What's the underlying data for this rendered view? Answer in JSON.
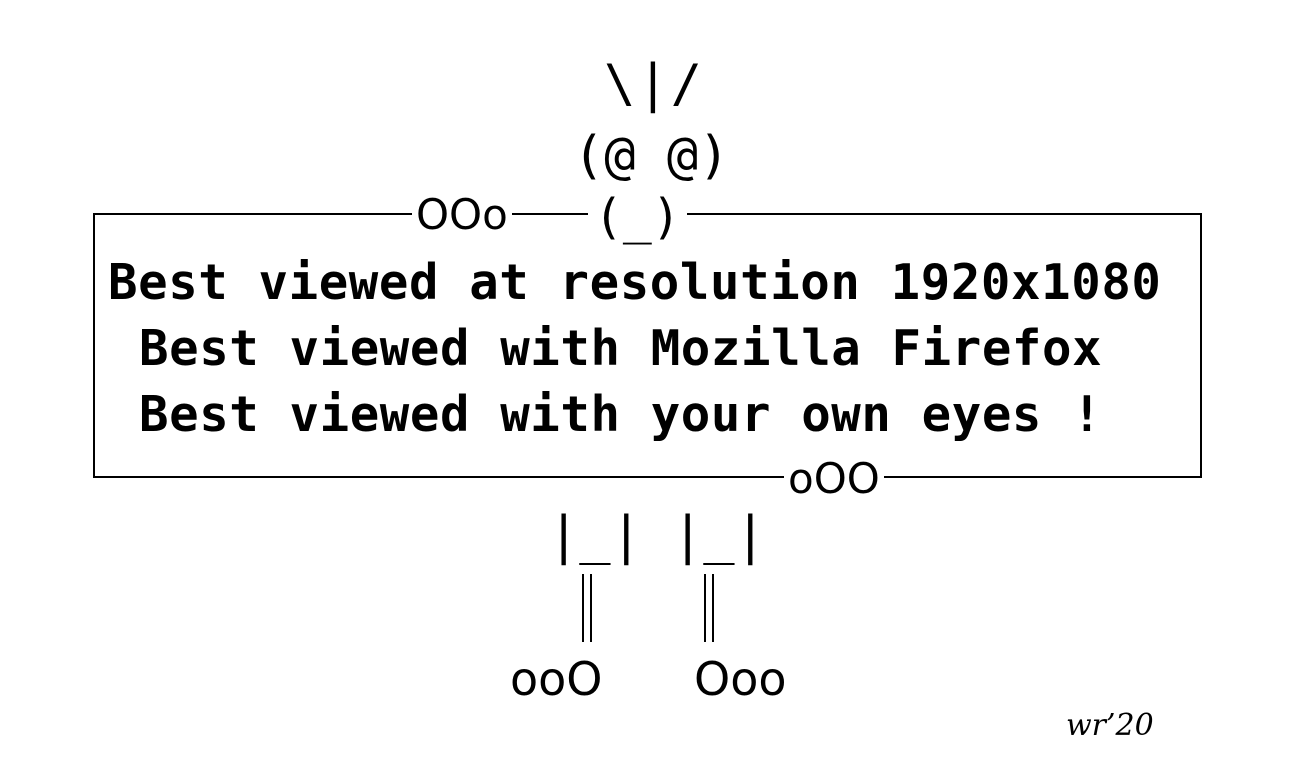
{
  "ascii_art": {
    "hair": "\\|/",
    "eyes": "(@ @)",
    "mouth": "(_)",
    "left_hand": "OOo",
    "right_hand": "oOO",
    "left_leg": "|_|",
    "right_leg": "|_|",
    "left_foot": "ooO",
    "right_foot": "Ooo"
  },
  "messages": [
    "Best viewed at resolution 1920x1080",
    "Best viewed with Mozilla Firefox",
    "Best viewed with your own eyes !"
  ],
  "signature": "wr’20"
}
